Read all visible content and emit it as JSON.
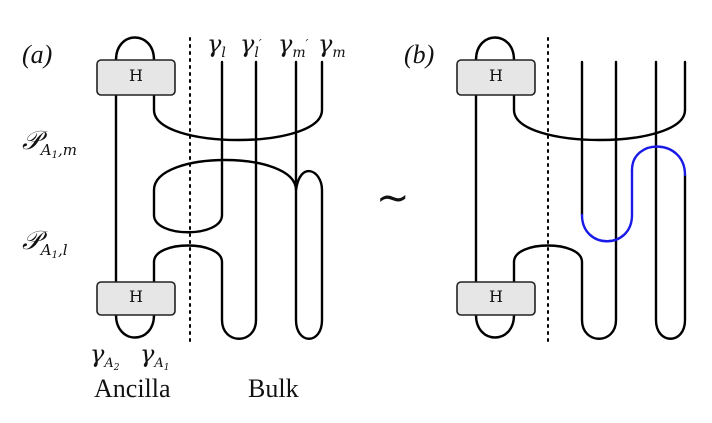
{
  "panels": {
    "a": "(a)",
    "b": "(b)"
  },
  "equivalence_symbol": "~",
  "gate_label": "H",
  "top_labels": {
    "gamma_l": {
      "base": "γ",
      "sub": "l",
      "sup": ""
    },
    "gamma_lp": {
      "base": "γ",
      "sub": "l",
      "sup": "′"
    },
    "gamma_mp": {
      "base": "γ",
      "sub": "m",
      "sup": "′"
    },
    "gamma_m": {
      "base": "γ",
      "sub": "m",
      "sup": ""
    }
  },
  "side_labels": {
    "P_A1m": {
      "base": "𝒫",
      "sub": "A",
      "subsub": "1",
      "tail": ",m"
    },
    "P_A1l": {
      "base": "𝒫",
      "sub": "A",
      "subsub": "1",
      "tail": ",l"
    }
  },
  "bottom_labels": {
    "gamma_A2": {
      "base": "γ",
      "sub": "A",
      "subsub": "2"
    },
    "gamma_A1": {
      "base": "γ",
      "sub": "A",
      "subsub": "1"
    }
  },
  "region_labels": {
    "ancilla": "Ancilla",
    "bulk": "Bulk"
  },
  "colors": {
    "line": "#000000",
    "highlight": "#1a1ae6",
    "box_fill": "#e6e6e6",
    "box_stroke": "#222222"
  }
}
